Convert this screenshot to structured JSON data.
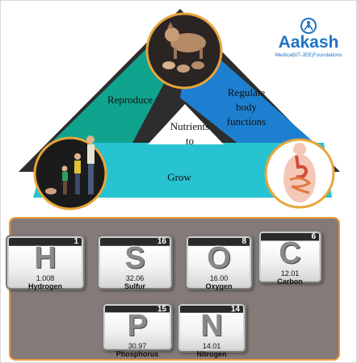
{
  "diagram": {
    "labels": {
      "reproduce": "Reproduce",
      "regulate_line1": "Regulate",
      "regulate_line2": "body",
      "regulate_line3": "functions",
      "nutrients_line1": "Nutrients",
      "nutrients_line2": "to",
      "grow": "Grow"
    },
    "colors": {
      "left_band": "#10a38e",
      "right_band": "#1d7fd0",
      "bottom_band": "#27c3d0",
      "frame": "#2d2d2d",
      "circle_ring": "#e8a53b"
    },
    "icons": [
      "animal-family-icon",
      "human-growth-icon",
      "digestive-system-icon"
    ]
  },
  "logo": {
    "brand": "Aakash",
    "tagline": "Medical|IIT-JEE|Foundations",
    "color": "#1f73c4"
  },
  "elements": [
    {
      "symbol": "H",
      "number": "1",
      "mass": "1.008",
      "name": "Hydrogen"
    },
    {
      "symbol": "S",
      "number": "16",
      "mass": "32.06",
      "name": "Sulfur"
    },
    {
      "symbol": "O",
      "number": "8",
      "mass": "16.00",
      "name": "Oxygen"
    },
    {
      "symbol": "C",
      "number": "6",
      "mass": "12.01",
      "name": "Carbon"
    },
    {
      "symbol": "P",
      "number": "15",
      "mass": "30.97",
      "name": "Phosphorus"
    },
    {
      "symbol": "N",
      "number": "14",
      "mass": "14.01",
      "name": "Nitrogen"
    }
  ]
}
